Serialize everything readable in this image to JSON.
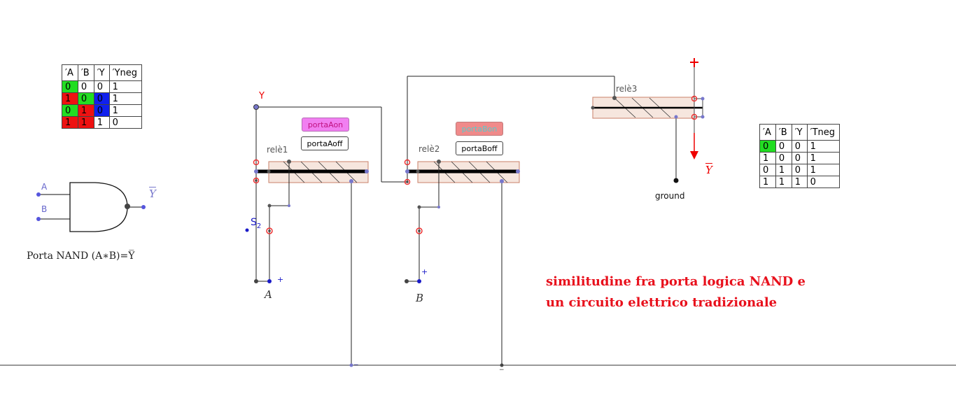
{
  "table1": {
    "headers": [
      "′A",
      "′B",
      "′Y",
      "′Yneg"
    ],
    "rows": [
      [
        "0",
        "0",
        "0",
        "1"
      ],
      [
        "1",
        "0",
        "0",
        "1"
      ],
      [
        "0",
        "1",
        "0",
        "1"
      ],
      [
        "1",
        "1",
        "1",
        "0"
      ]
    ]
  },
  "table2": {
    "headers": [
      "′A",
      "′B",
      "′Y",
      "′Tneg"
    ],
    "rows": [
      [
        "0",
        "0",
        "0",
        "1"
      ],
      [
        "1",
        "0",
        "0",
        "1"
      ],
      [
        "0",
        "1",
        "0",
        "1"
      ],
      [
        "1",
        "1",
        "1",
        "0"
      ]
    ]
  },
  "gate": {
    "input_a": "A",
    "input_b": "B",
    "output": "Y",
    "caption": "Porta NAND (A∗B)=Y̅"
  },
  "circuit": {
    "y_label": "Y",
    "relay1": "relè1",
    "relay2": "relè2",
    "relay3": "relè3",
    "s_label": "S",
    "s_sub": "2",
    "plus": "+",
    "minus": "−",
    "label_a": "A",
    "label_b": "B",
    "ground": "ground",
    "ybar": "Y"
  },
  "buttons": {
    "porta_a_on": "portaAon",
    "porta_a_off": "portaAoff",
    "porta_b_on": "portaBon",
    "porta_b_off": "portaBoff"
  },
  "title": {
    "line1": "similitudine fra porta logica NAND  e",
    "line2": "un circuito elettrico tradizionale"
  },
  "colors": {
    "green": "#22dd22",
    "red": "#ee1111",
    "blue": "#1020ee",
    "relay_fill": "#f6e6de",
    "title": "#e8101c"
  }
}
